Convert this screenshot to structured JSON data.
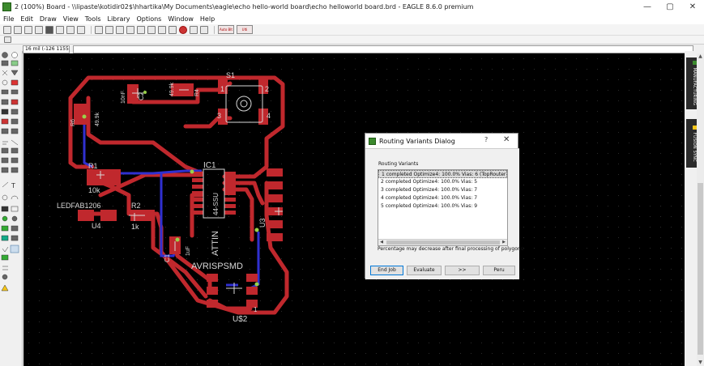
{
  "window": {
    "title": "2 (100%) Board - \\\\lipaste\\kotidir02$\\hhartika\\My Documents\\eagle\\echo hello-world board\\echo helloworld board.brd - EAGLE 8.6.0 premium",
    "controls": {
      "minimize": "—",
      "maximize": "▢",
      "close": "✕"
    }
  },
  "menu": [
    "File",
    "Edit",
    "Draw",
    "View",
    "Tools",
    "Library",
    "Options",
    "Window",
    "Help"
  ],
  "toolbar": {
    "badge_a": "Auto Blt",
    "badge_b": "Ulti Board"
  },
  "command": {
    "coordinate": "16 mil (-126 1155)",
    "input": ""
  },
  "side_panels": {
    "manufacturing": "MANUFACTURING",
    "fusion_sync": "FUSION SYNC"
  },
  "board": {
    "labels": {
      "s1": "S1",
      "pin1": "1",
      "pin2": "2",
      "pin3": "3",
      "pin4": "4",
      "c2": "C2",
      "c2_value": "10nF",
      "r4": "R4",
      "r4_value": "49.9k",
      "r6": "R6",
      "r6_value": "49.9k",
      "r1": "R1",
      "r1_value": "10k",
      "ic1": "IC1",
      "ic1_part": "44-SSU",
      "ic1_name": "ATTIN",
      "led": "LEDFAB1206",
      "u4": "U4",
      "r2": "R2",
      "r2_value": "1k",
      "c1": "C1",
      "c1_value": "1uF",
      "u3": "U3",
      "avr": "AVRISPSMD",
      "u2": "U$2",
      "pin_avr": "1"
    }
  },
  "dialog": {
    "title": "Routing Variants Dialog",
    "help": "?",
    "close": "✕",
    "group_label": "Routing Variants",
    "variants": [
      "1 completed Optimize4:  100.0%  Vias: 6 (TopRouter",
      "2 completed Optimize4:  100.0%  Vias: 5",
      "3 completed Optimize4:  100.0%  Vias: 7",
      "4 completed Optimize4:  100.0%  Vias: 7",
      "5 completed Optimize4:  100.0%  Vias: 9"
    ],
    "selected_index": 0,
    "note": "Percentage may decrease after final processing of polygons.",
    "buttons": {
      "end_job": "End Job",
      "evaluate": "Evaluate",
      "next": ">>",
      "peru": "Peru"
    }
  },
  "colors": {
    "top_copper": "#c0282d",
    "bottom_copper": "#3030d0",
    "silkscreen": "#d8d8d8",
    "via": "#9ad04a",
    "canvas": "#000000"
  }
}
